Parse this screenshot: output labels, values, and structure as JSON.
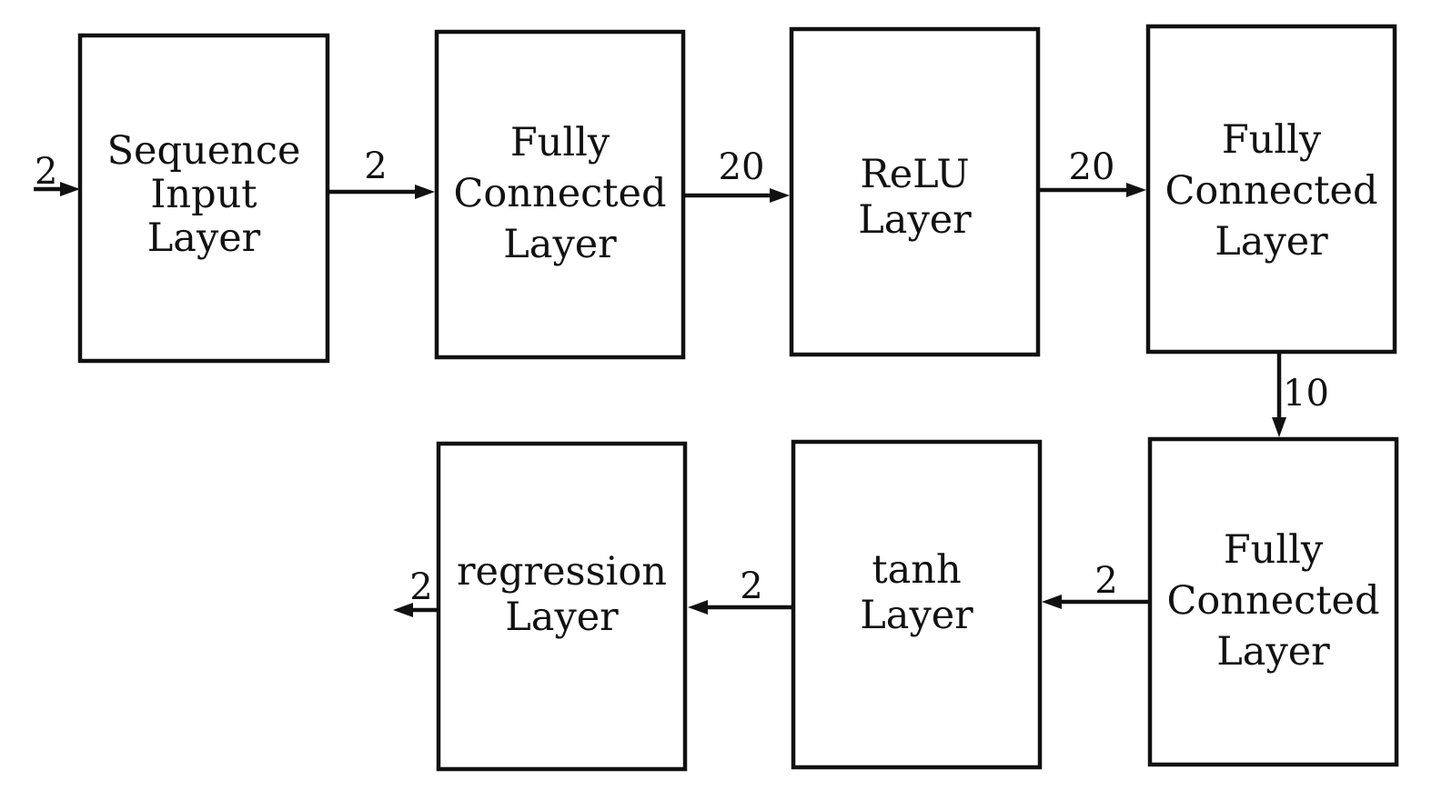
{
  "layers": [
    {
      "id": "seq_input",
      "lines": [
        "Sequence",
        "Input",
        "Layer"
      ]
    },
    {
      "id": "fc1",
      "lines": [
        "Fully",
        "Connected",
        "Layer"
      ]
    },
    {
      "id": "relu",
      "lines": [
        "ReLU",
        "Layer"
      ]
    },
    {
      "id": "fc2",
      "lines": [
        "Fully",
        "Connected",
        "Layer"
      ]
    },
    {
      "id": "fc3",
      "lines": [
        "Fully",
        "Connected",
        "Layer"
      ]
    },
    {
      "id": "tanh",
      "lines": [
        "tanh",
        "Layer"
      ]
    },
    {
      "id": "regression",
      "lines": [
        "regression",
        "Layer"
      ]
    }
  ],
  "edges": [
    {
      "id": "input",
      "from": null,
      "to": "seq_input",
      "label": "2"
    },
    {
      "id": "seq_to_fc1",
      "from": "seq_input",
      "to": "fc1",
      "label": "2"
    },
    {
      "id": "fc1_to_relu",
      "from": "fc1",
      "to": "relu",
      "label": "20"
    },
    {
      "id": "relu_to_fc2",
      "from": "relu",
      "to": "fc2",
      "label": "20"
    },
    {
      "id": "fc2_to_fc3",
      "from": "fc2",
      "to": "fc3",
      "label": "10"
    },
    {
      "id": "fc3_to_tanh",
      "from": "fc3",
      "to": "tanh",
      "label": "2"
    },
    {
      "id": "tanh_to_regression",
      "from": "tanh",
      "to": "regression",
      "label": "2"
    },
    {
      "id": "output",
      "from": "regression",
      "to": null,
      "label": "2"
    }
  ],
  "colors": {
    "stroke": "#111111",
    "background": "#ffffff"
  }
}
